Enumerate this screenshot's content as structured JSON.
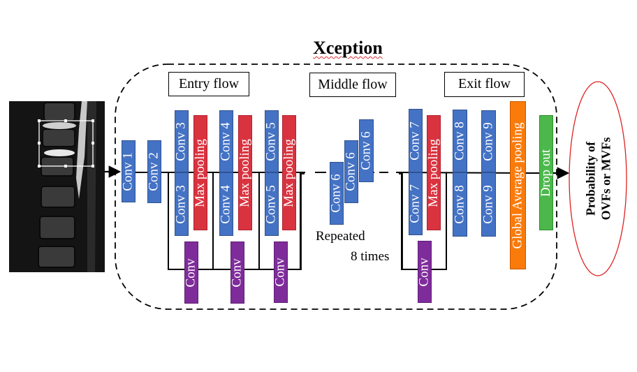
{
  "title": "Xception",
  "input": {
    "image_label": "lumbar-spine-mri"
  },
  "flows": {
    "entry": "Entry flow",
    "middle": "Middle flow",
    "exit": "Exit flow"
  },
  "entry_blocks": {
    "conv1": "Conv 1",
    "conv2": "Conv 2",
    "conv3_top": "Conv 3",
    "conv3_bottom": "Conv 3",
    "maxpool1": "Max pooling",
    "skip1": "Conv",
    "conv4_top": "Conv 4",
    "conv4_bottom": "Conv 4",
    "maxpool2": "Max pooling",
    "skip2": "Conv",
    "conv5_top": "Conv 5",
    "conv5_bottom": "Conv 5",
    "maxpool3": "Max pooling",
    "skip3": "Conv"
  },
  "middle_blocks": {
    "conv6_a": "Conv 6",
    "conv6_b": "Conv 6",
    "conv6_c": "Conv 6",
    "repeat_line1": "Repeated",
    "repeat_line2": "8 times"
  },
  "exit_blocks": {
    "conv7_top": "Conv 7",
    "conv7_bottom": "Conv 7",
    "maxpool4": "Max pooling",
    "skip4": "Conv",
    "conv8_top": "Conv 8",
    "conv8_bottom": "Conv 8",
    "conv9_top": "Conv 9",
    "conv9_bottom": "Conv 9",
    "gap": "Global Average pooling",
    "dropout": "Drop out"
  },
  "output": {
    "line1": "Probability of",
    "line2": "OVFs or MVFs"
  },
  "colors": {
    "conv": "#4472c4",
    "maxpool": "#d9333f",
    "skip_conv": "#7f2c9b",
    "global_avg_pool": "#fa7a0a",
    "dropout": "#4cb84c",
    "output_ellipse": "#e02020"
  }
}
